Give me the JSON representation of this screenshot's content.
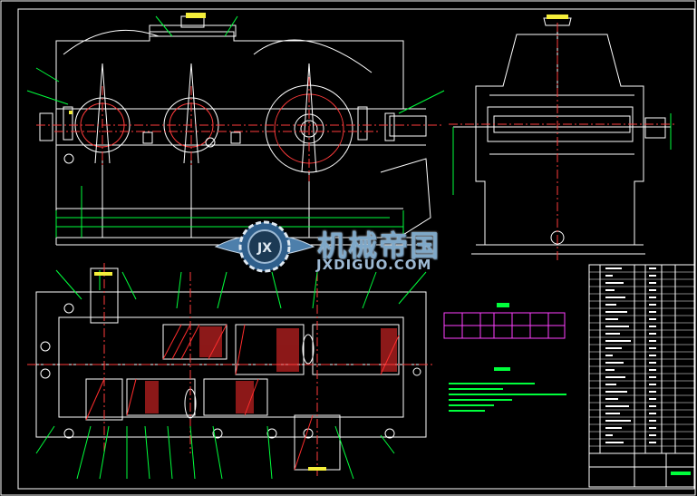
{
  "watermark": {
    "name_cn": "机械帝国",
    "site": "JXDIGUO.COM",
    "logo_letters": "JX"
  },
  "colors": {
    "background": "#000000",
    "frame": "#ffffff",
    "outline": "#ffffff",
    "centerline": "#ff3b3b",
    "hatch": "#ff2d2d",
    "leader": "#00ff3c",
    "cyan": "#3cd2ff",
    "accent_yellow": "#f4ee3a",
    "table_box": "#ff40ff",
    "watermark_blue": "#7fa8c8"
  },
  "icons": [
    "gear-logo-icon",
    "wing-icon"
  ]
}
